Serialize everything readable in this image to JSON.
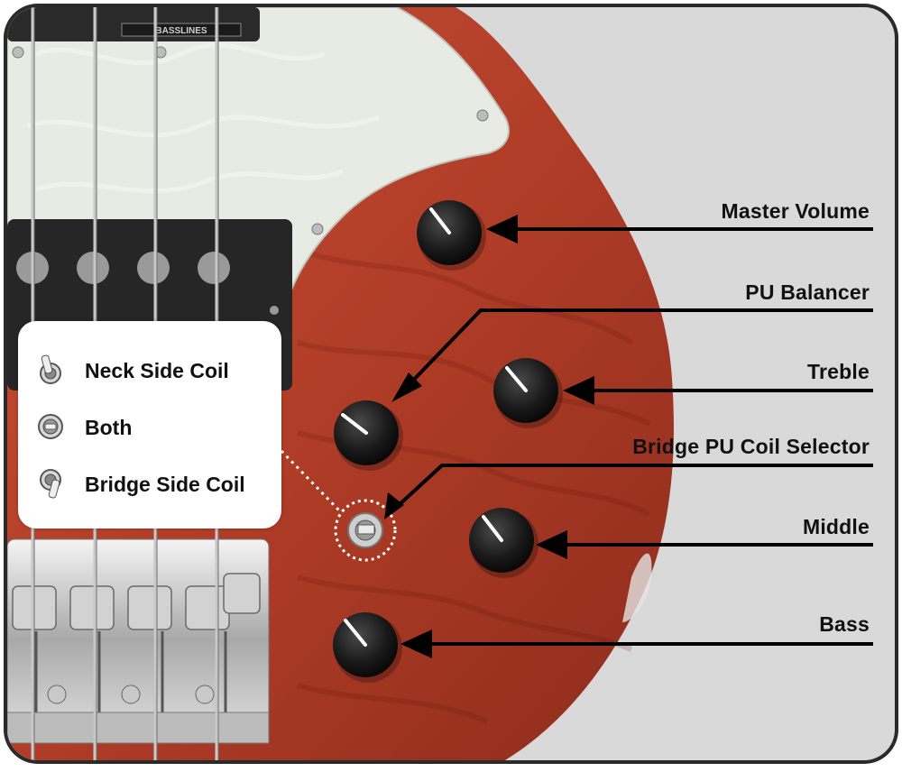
{
  "brand_plate": "BASSLINES",
  "controls": {
    "master_volume": "Master Volume",
    "pu_balancer": "PU Balancer",
    "treble": "Treble",
    "bridge_selector": "Bridge PU Coil Selector",
    "middle": "Middle",
    "bass": "Bass"
  },
  "legend": {
    "neck": "Neck Side Coil",
    "both": "Both",
    "bridge": "Bridge Side Coil"
  },
  "colors": {
    "body": "#b5412b",
    "pickguard": "#e9ece4",
    "knob": "#1c1c1c",
    "background": "#d8d8d8",
    "frame": "#2a2a2a"
  }
}
